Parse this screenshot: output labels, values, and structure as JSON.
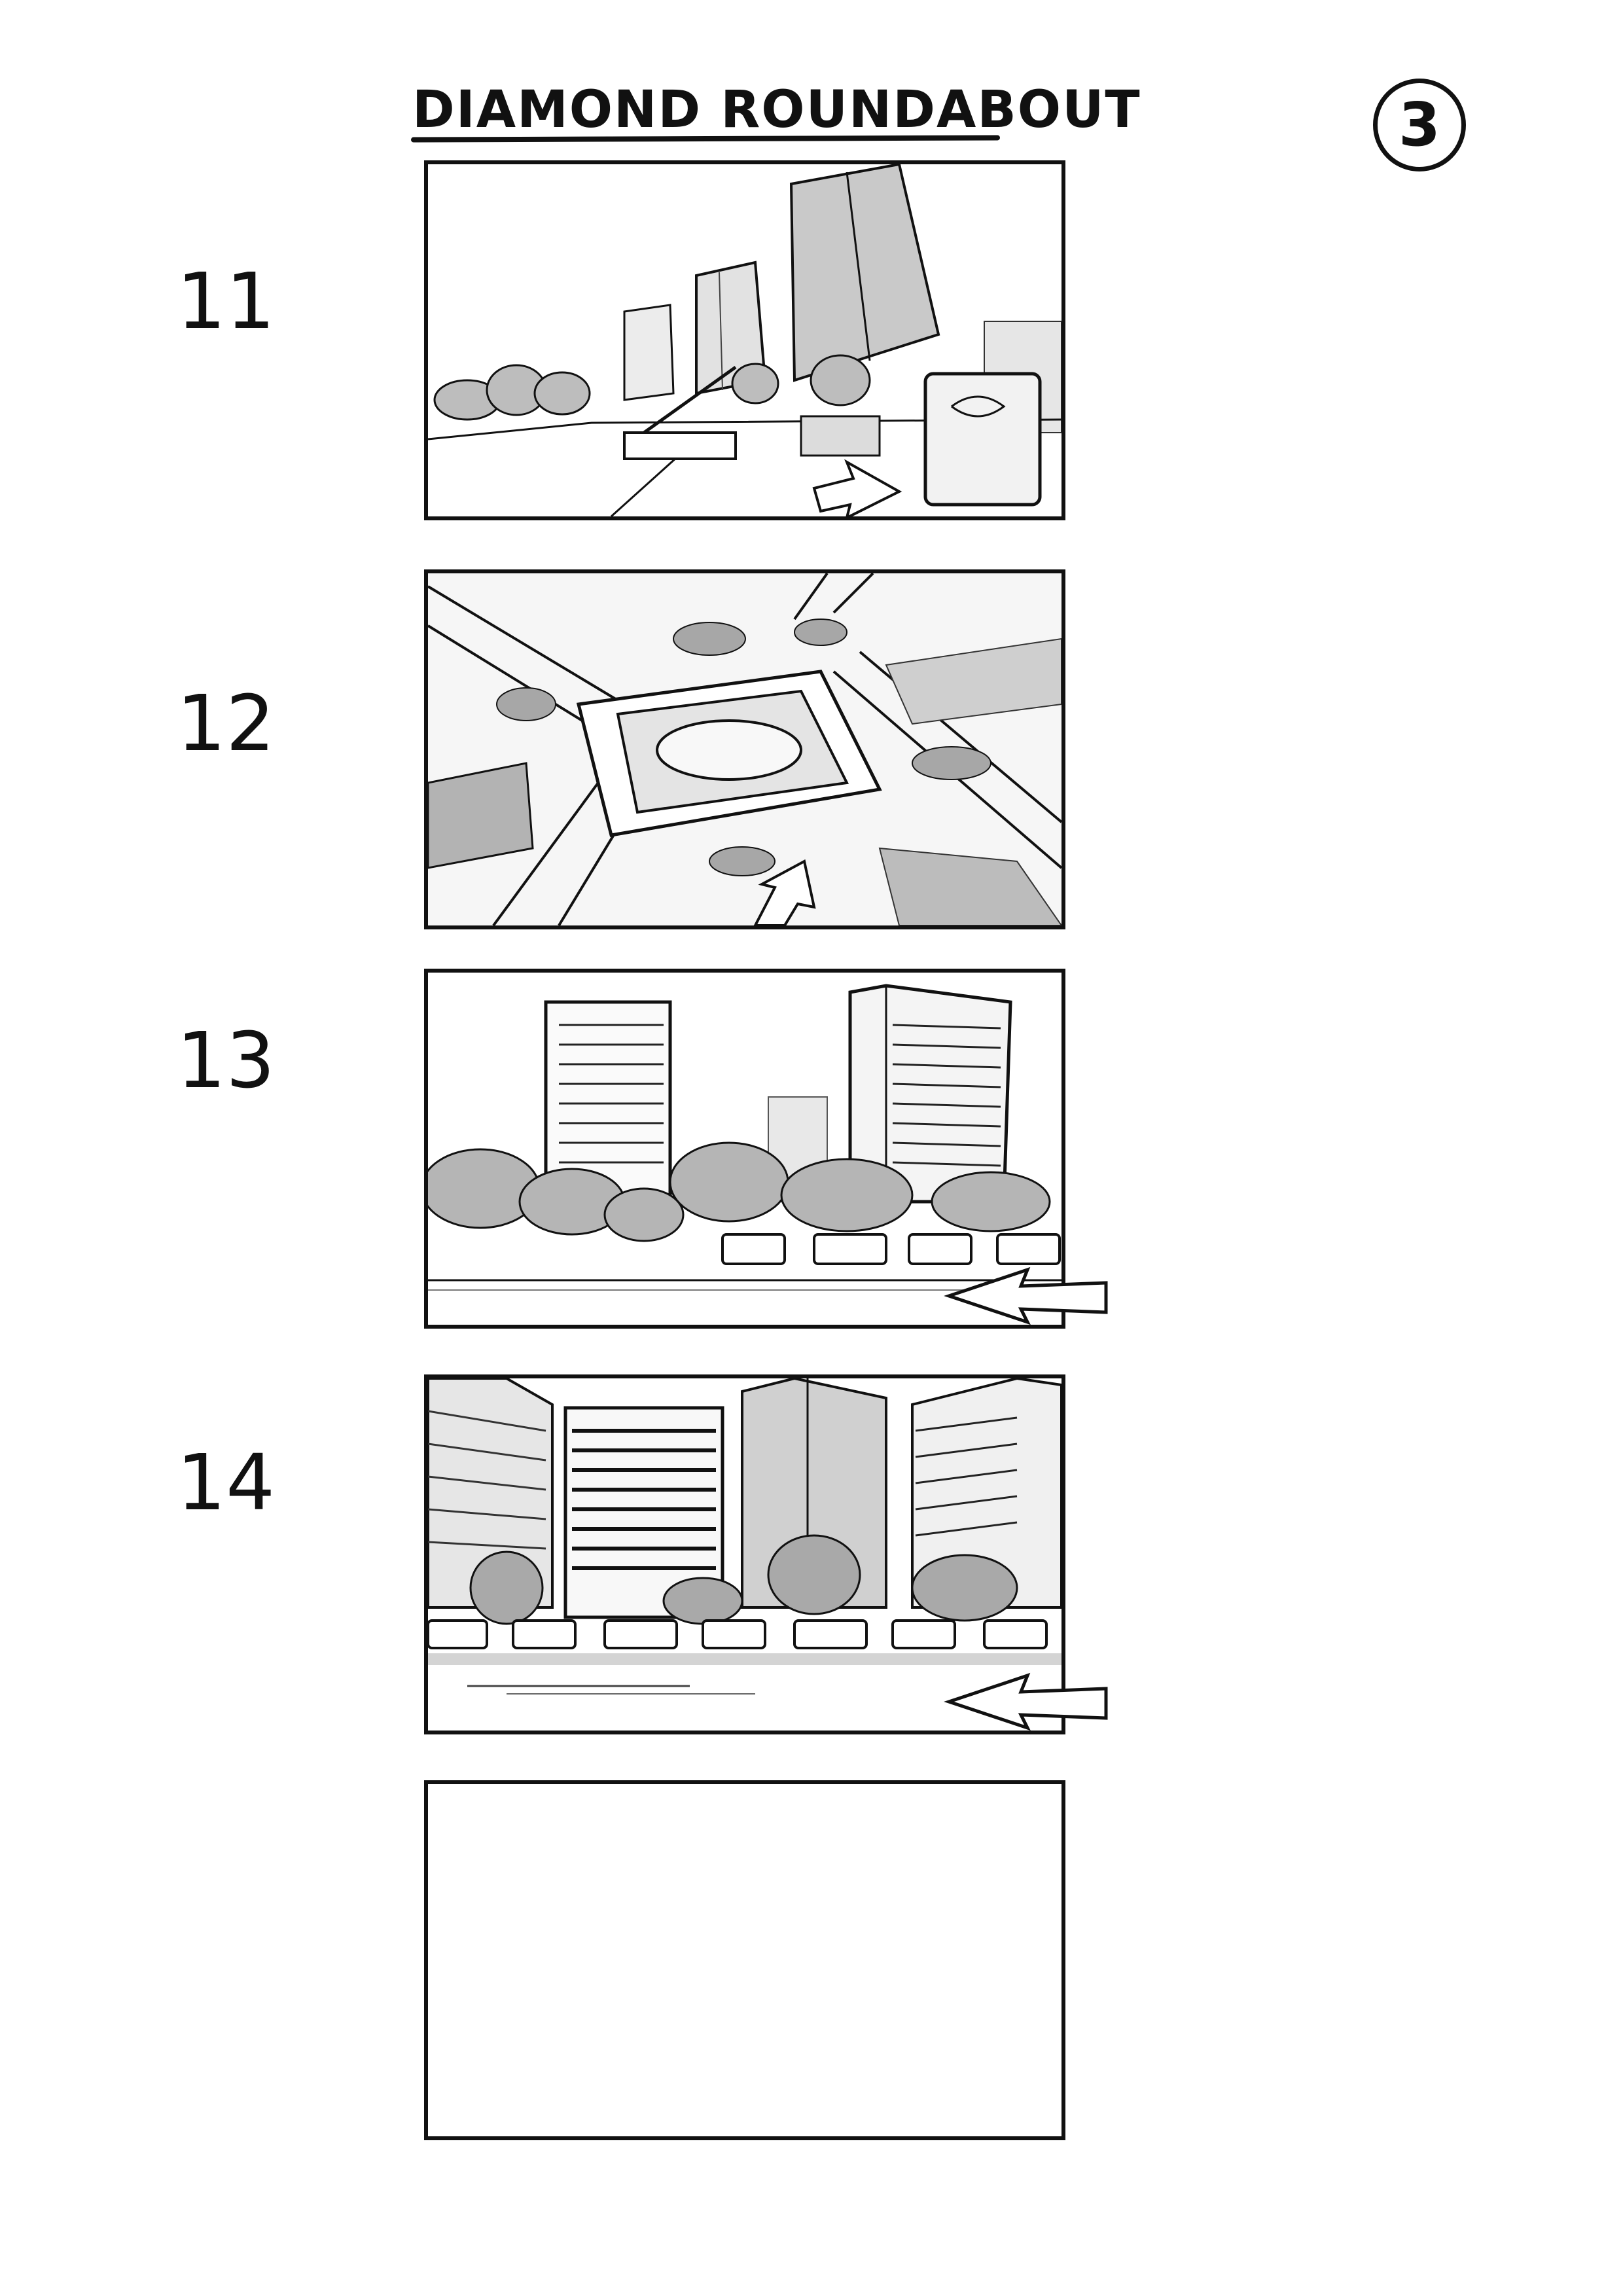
{
  "sheet": {
    "title": "DIAMOND ROUNDABOUT",
    "page_number": "3"
  },
  "panels": [
    {
      "shot": "11",
      "scene": "street-level view of towers and traffic"
    },
    {
      "shot": "12",
      "scene": "aerial view of roundabout"
    },
    {
      "shot": "13",
      "scene": "skyline with vans passing"
    },
    {
      "shot": "14",
      "scene": "skyline with row of vans"
    },
    {
      "shot": "",
      "scene": "empty panel"
    }
  ],
  "colors": {
    "ink": "#111111",
    "shade_light": "#d6d6d6",
    "shade_mid": "#a9a9a9",
    "paper": "#ffffff"
  }
}
